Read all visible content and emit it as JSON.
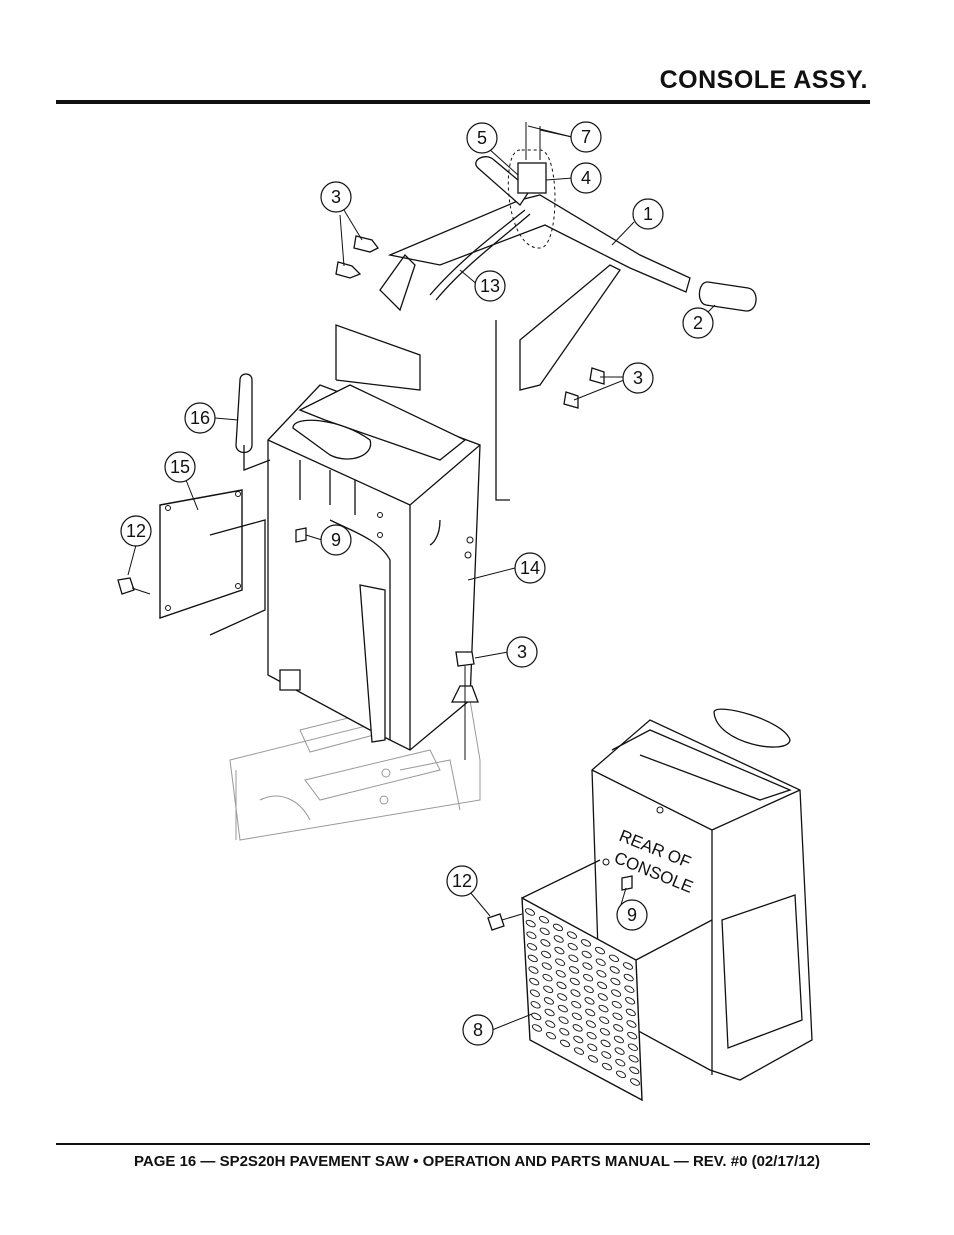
{
  "header": {
    "title": "CONSOLE ASSY."
  },
  "footer": {
    "text": "PAGE 16 — SP2S20H PAVEMENT SAW • OPERATION AND PARTS MANUAL — REV. #0 (02/17/12)"
  },
  "diagram": {
    "rear_label_line1": "REAR OF",
    "rear_label_line2": "CONSOLE",
    "callouts": {
      "c5": "5",
      "c7": "7",
      "c4": "4",
      "c1": "1",
      "c3a": "3",
      "c13": "13",
      "c2": "2",
      "c3b": "3",
      "c16": "16",
      "c15": "15",
      "c12a": "12",
      "c9a": "9",
      "c14": "14",
      "c3c": "3",
      "c12b": "12",
      "c9b": "9",
      "c8": "8"
    }
  }
}
